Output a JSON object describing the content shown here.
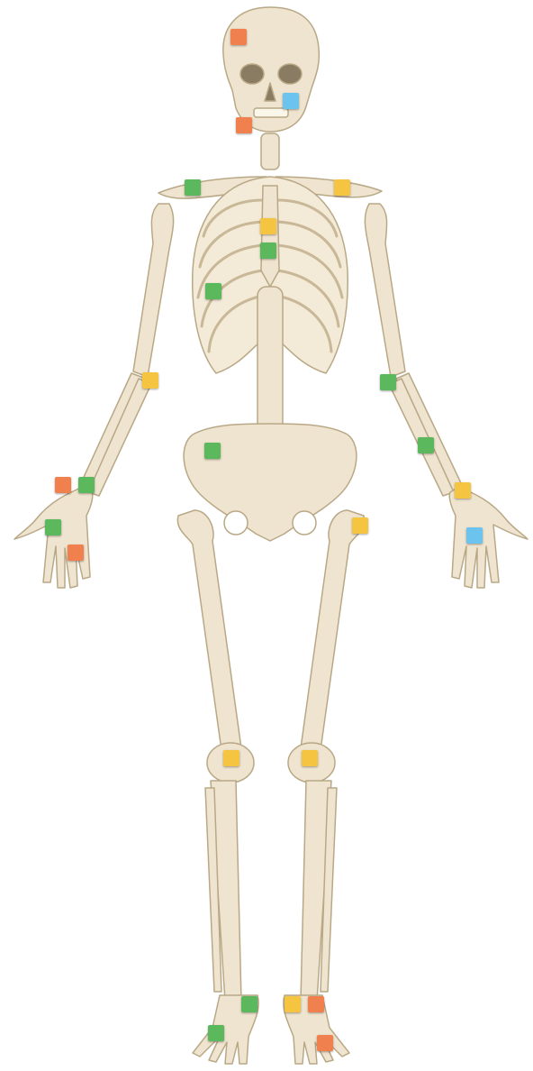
{
  "colors": {
    "bone": "#efe4cf",
    "bone_shadow": "#d6c7a8",
    "bone_outline": "#b9a886",
    "green": "#5cb85c",
    "yellow": "#f5c542",
    "orange": "#f0804e",
    "blue": "#6cc4ee"
  },
  "markers": [
    {
      "id": "skull-top",
      "color": "orange"
    },
    {
      "id": "cheek-right",
      "color": "blue"
    },
    {
      "id": "jaw-left",
      "color": "orange"
    },
    {
      "id": "shoulder-right",
      "color": "green"
    },
    {
      "id": "shoulder-left",
      "color": "yellow"
    },
    {
      "id": "sternum-upper",
      "color": "yellow"
    },
    {
      "id": "sternum-lower",
      "color": "green"
    },
    {
      "id": "ribs-right",
      "color": "green"
    },
    {
      "id": "elbow-right",
      "color": "yellow"
    },
    {
      "id": "elbow-left",
      "color": "green"
    },
    {
      "id": "forearm-left",
      "color": "green"
    },
    {
      "id": "pelvis-right",
      "color": "green"
    },
    {
      "id": "wrist-right-a",
      "color": "orange"
    },
    {
      "id": "wrist-right-b",
      "color": "green"
    },
    {
      "id": "wrist-left",
      "color": "yellow"
    },
    {
      "id": "hand-right-thumb",
      "color": "green"
    },
    {
      "id": "hand-right-fingers",
      "color": "orange"
    },
    {
      "id": "hand-left",
      "color": "blue"
    },
    {
      "id": "hip-left",
      "color": "yellow"
    },
    {
      "id": "knee-right",
      "color": "yellow"
    },
    {
      "id": "knee-left",
      "color": "yellow"
    },
    {
      "id": "ankle-right",
      "color": "green"
    },
    {
      "id": "ankle-left-a",
      "color": "yellow"
    },
    {
      "id": "ankle-left-b",
      "color": "orange"
    },
    {
      "id": "foot-right",
      "color": "green"
    },
    {
      "id": "foot-left",
      "color": "orange"
    }
  ]
}
